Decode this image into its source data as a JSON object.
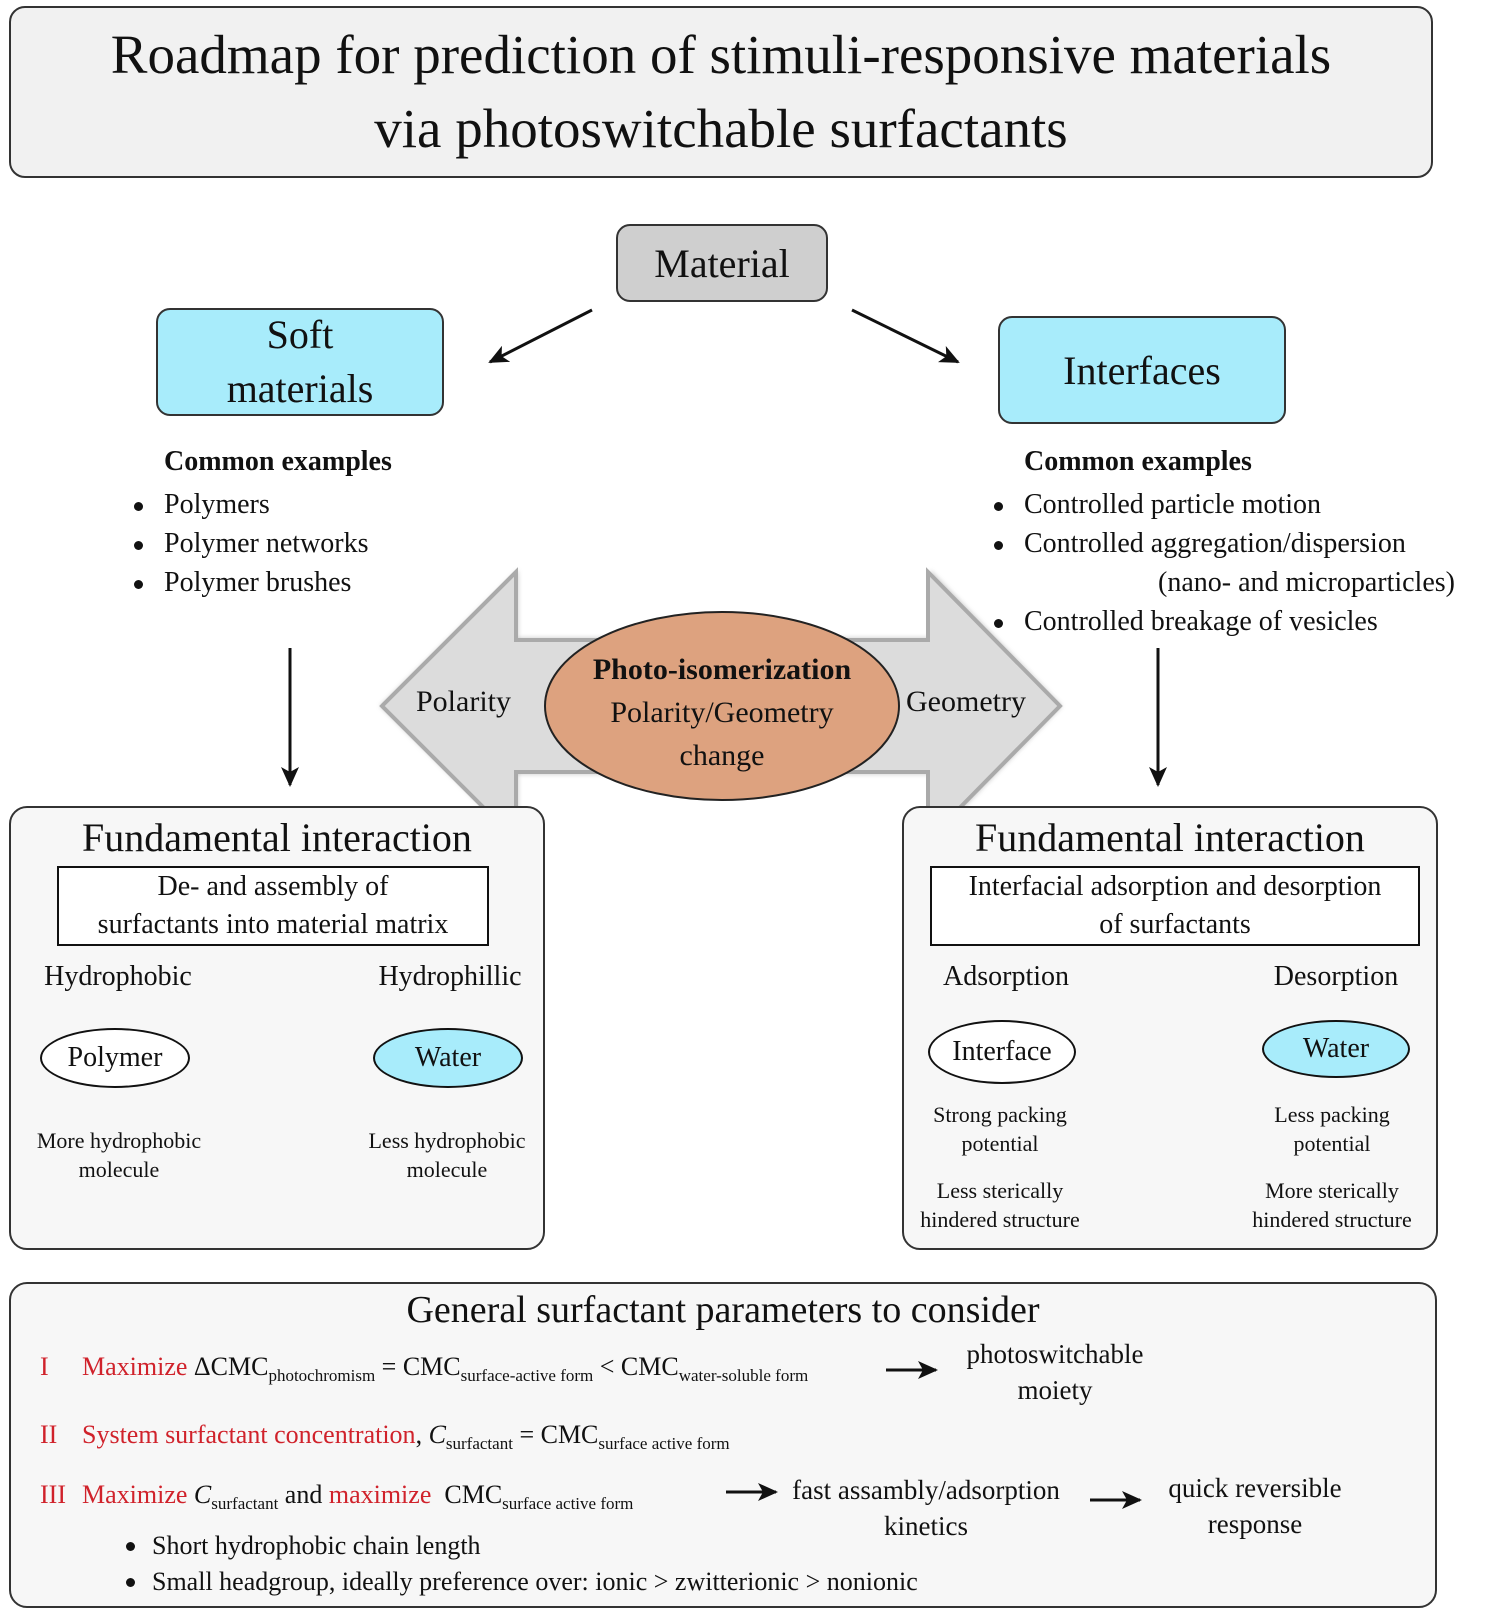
{
  "title": {
    "line1": "Roadmap for prediction of stimuli-responsive materials",
    "line2": "via photoswitchable surfactants"
  },
  "material": {
    "label": "Material"
  },
  "soft": {
    "label_line1": "Soft",
    "label_line2": "materials",
    "examples_heading": "Common examples",
    "examples": [
      "Polymers",
      "Polymer networks",
      "Polymer brushes"
    ]
  },
  "interfaces": {
    "label": "Interfaces",
    "examples_heading": "Common examples",
    "ex1": "Controlled particle motion",
    "ex2_line1": "Controlled aggregation/dispersion",
    "ex2_line2": "(nano- and microparticles)",
    "ex3": "Controlled breakage of vesicles"
  },
  "center": {
    "polarity": "Polarity",
    "geometry": "Geometry",
    "ellipse_line1": "Photo-isomerization",
    "ellipse_line2": "Polarity/Geometry",
    "ellipse_line3": "change"
  },
  "left_panel": {
    "title": "Fundamental interaction",
    "box_line1": "De- and assembly of",
    "box_line2": "surfactants into material matrix",
    "hydrophobic": "Hydrophobic",
    "hydrophillic": "Hydrophillic",
    "polymer": "Polymer",
    "water": "Water",
    "more_line1": "More hydrophobic",
    "more_line2": "molecule",
    "less_line1": "Less hydrophobic",
    "less_line2": "molecule"
  },
  "right_panel": {
    "title": "Fundamental interaction",
    "box_line1": "Interfacial adsorption and desorption",
    "box_line2": "of surfactants",
    "adsorption": "Adsorption",
    "desorption": "Desorption",
    "interface": "Interface",
    "water": "Water",
    "strong_line1": "Strong packing",
    "strong_line2": "potential",
    "lessp_line1": "Less packing",
    "lessp_line2": "potential",
    "lessst_line1": "Less sterically",
    "lessst_line2": "hindered structure",
    "morest_line1": "More sterically",
    "morest_line2": "hindered structure"
  },
  "params": {
    "title": "General surfactant parameters to consider",
    "r1_num": "I",
    "r1_red": "Maximize",
    "r1_a": "ΔCMC",
    "r1_a_sub": "photochromism",
    "r1_b": " = CMC",
    "r1_b_sub": "surface-active form",
    "r1_c": " < CMC",
    "r1_c_sub": "water-soluble form",
    "r1_res_line1": "photoswitchable",
    "r1_res_line2": "moiety",
    "r2_num": "II",
    "r2_red": "System surfactant concentration",
    "r2_comma": ",",
    "r2_c": "C",
    "r2_c_sub": "surfactant",
    "r2_eq": " = CMC",
    "r2_eq_sub": "surface active form",
    "r3_num": "III",
    "r3_red1": "Maximize",
    "r3_c": "C",
    "r3_c_sub": "surfactant",
    "r3_and": " and ",
    "r3_red2": "maximize",
    "r3_cmc": "CMC",
    "r3_cmc_sub": "surface active form",
    "r3_res1_line1": "fast assambly/adsorption",
    "r3_res1_line2": "kinetics",
    "r3_res2_line1": "quick reversible",
    "r3_res2_line2": "response",
    "bullet1": "Short hydrophobic chain length",
    "bullet2": "Small headgroup, ideally preference over: ionic > zwitterionic > nonionic"
  },
  "colors": {
    "cyan": "#a8ecfb",
    "grey_box": "#cfcfcf",
    "ellipse": "#dda27f",
    "red_text": "#d0222b",
    "arrow_fill": "#dcdcdc"
  }
}
